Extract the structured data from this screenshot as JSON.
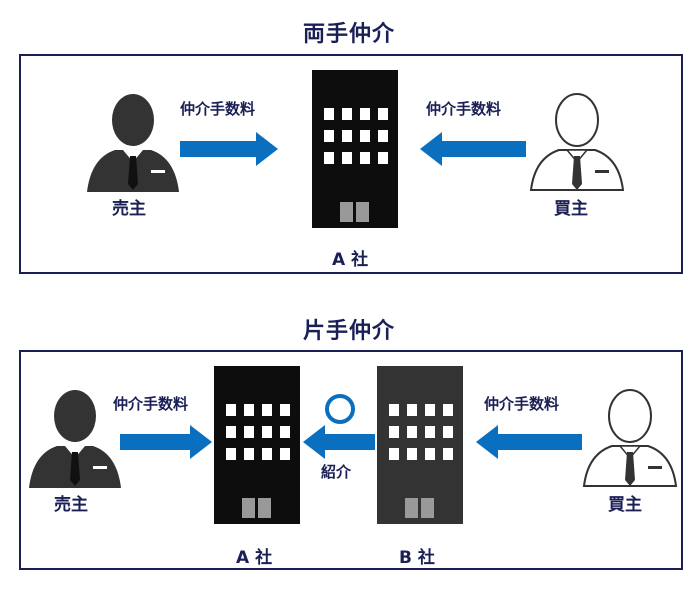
{
  "sections": {
    "both": {
      "title": "両手仲介",
      "seller_label": "売主",
      "buyer_label": "買主",
      "company_label": "A 社",
      "fee_left": "仲介手数料",
      "fee_right": "仲介手数料"
    },
    "one": {
      "title": "片手仲介",
      "seller_label": "売主",
      "buyer_label": "買主",
      "company_a_label": "A 社",
      "company_b_label": "B 社",
      "fee_left": "仲介手数料",
      "fee_right": "仲介手数料",
      "referral_label": "紹介"
    }
  },
  "colors": {
    "navy": "#1a1f55",
    "arrow_blue": "#0a6fbf",
    "building_a": "#0d0d0d",
    "building_b": "#333333",
    "person_dark": "#333333"
  },
  "icons": [
    "person-dark-icon",
    "person-outline-icon",
    "building-icon",
    "arrow-right-icon",
    "arrow-left-icon",
    "circle-icon"
  ]
}
